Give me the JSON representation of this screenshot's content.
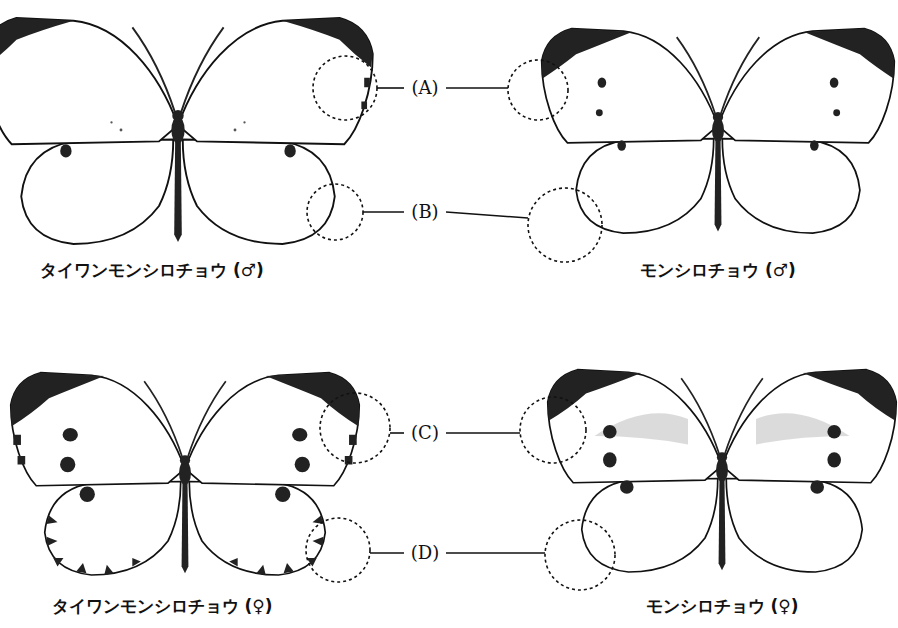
{
  "diagram": {
    "labels": [
      "(A)",
      "(B)",
      "(C)",
      "(D)",
      "タイワンモンシロチョウ (♂)",
      "モンシロチョウ (♂)",
      "タイワンモンシロチョウ (♀)",
      "モンシロチョウ (♀)"
    ]
  }
}
